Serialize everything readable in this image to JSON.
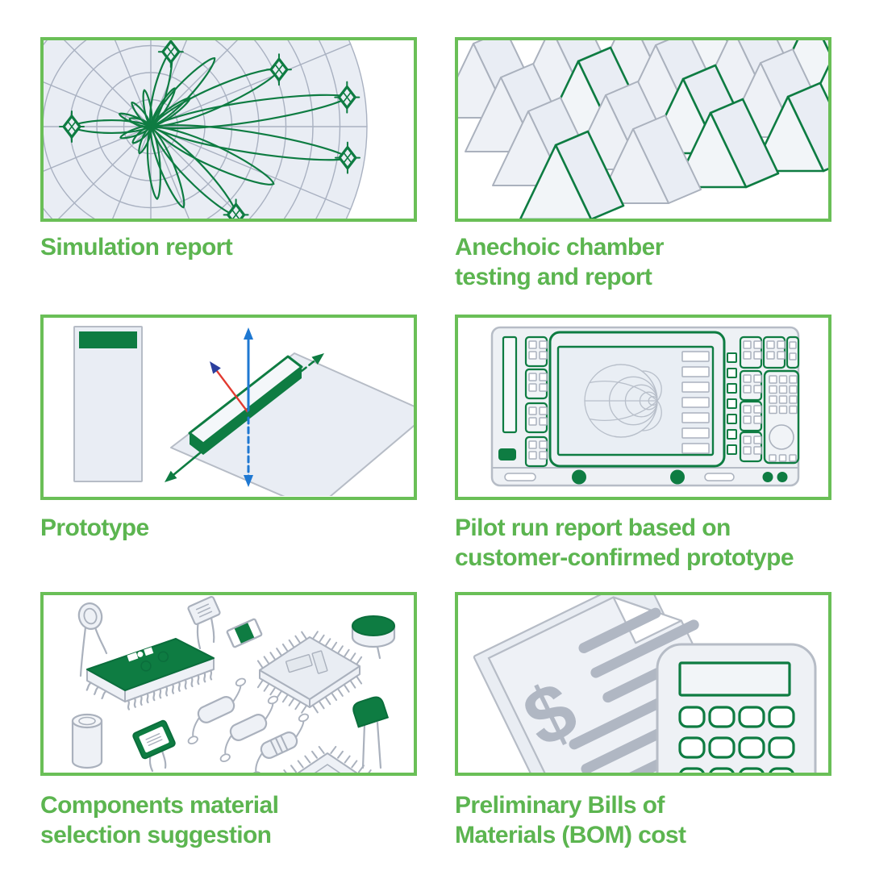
{
  "page": {
    "title": "Antenna design deliverables infographic",
    "background": "#ffffff"
  },
  "colors": {
    "caption_green": "#5cb550",
    "panel_border_green": "#6abf57",
    "illustration_green": "#0e7c42",
    "illustration_green_dark": "#0b6e3c",
    "panel_fill": "#e9edf4",
    "grid_gray": "#a9b1c1",
    "outline_gray": "#aab1bd",
    "soft_gray": "#b6bcc6",
    "doc_gray": "#b0b7c3",
    "smith_gray": "#b8bfca",
    "arrow_blue": "#1e78d2",
    "arrow_red": "#e23a30",
    "arrow_navy": "#2b3f9e",
    "white": "#ffffff"
  },
  "cards": [
    {
      "id": "simulation-report",
      "caption_lines": [
        "Simulation report"
      ],
      "illustration": "antenna-radiation-pattern-polar-plot"
    },
    {
      "id": "anechoic-chamber-testing",
      "caption_lines": [
        "Anechoic chamber",
        "testing and report"
      ],
      "illustration": "anechoic-chamber-foam-absorbers"
    },
    {
      "id": "prototype",
      "caption_lines": [
        "Prototype"
      ],
      "illustration": "antenna-prototype-with-coordinate-axes"
    },
    {
      "id": "pilot-run-report",
      "caption_lines": [
        "Pilot run report based on",
        "customer-confirmed prototype"
      ],
      "illustration": "vector-network-analyzer"
    },
    {
      "id": "components-material",
      "caption_lines": [
        "Components material",
        "selection suggestion"
      ],
      "illustration": "electronic-components"
    },
    {
      "id": "bom-cost",
      "caption_lines": [
        "Preliminary Bills of",
        "Materials (BOM) cost"
      ],
      "illustration": "invoice-and-calculator"
    }
  ]
}
